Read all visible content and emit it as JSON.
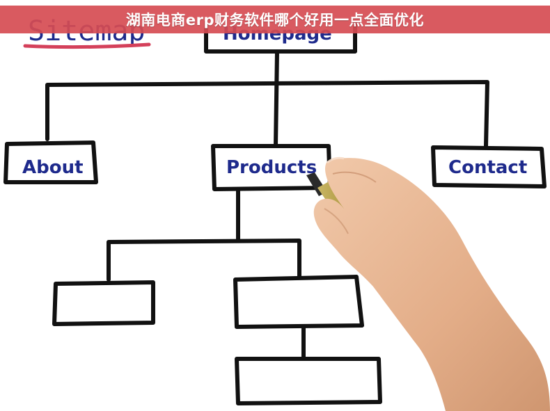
{
  "banner": {
    "title": "湖南电商erp财务软件哪个好用一点全面优化"
  },
  "diagram": {
    "sitemap": "Sitemap",
    "root": "Homepage",
    "nodes": {
      "about": "About",
      "products": "Products",
      "contact": "Contact"
    }
  },
  "colors": {
    "ink": "#111111",
    "label": "#1e2a8c",
    "underline": "#d4405a",
    "banner": "#d64c52",
    "skin": "#e8b896",
    "marker": "#b9a44e"
  }
}
